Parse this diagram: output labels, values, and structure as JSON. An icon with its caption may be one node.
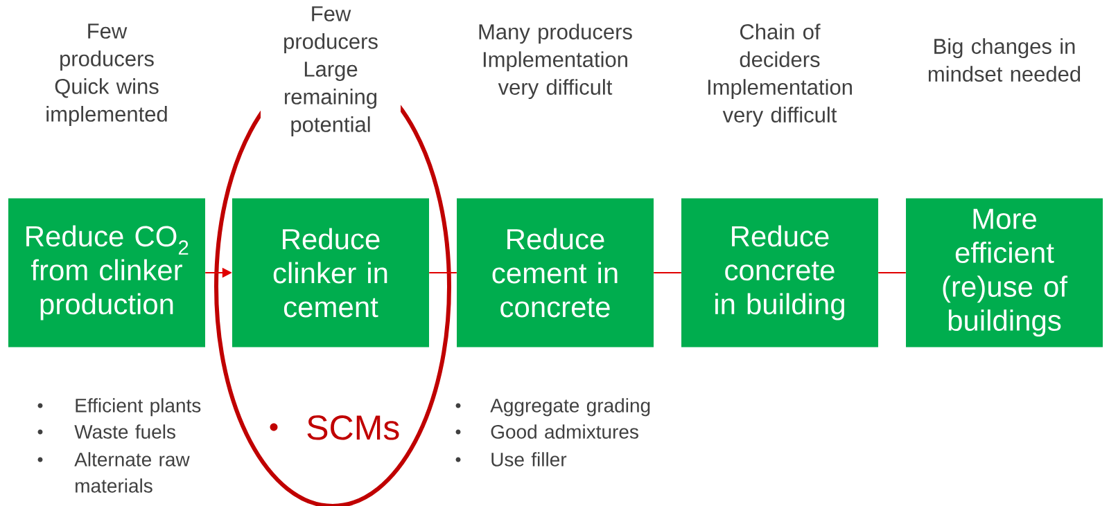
{
  "diagram": {
    "nodes": [
      {
        "text": [
          "Reduce CO$_{2}$ from clinker production"
        ]
      },
      {
        "text": [
          "Reduce clinker in cement"
        ]
      },
      {
        "text": [
          "Reduce cement in concrete"
        ]
      },
      {
        "text": [
          "Reduce concrete in building"
        ]
      },
      {
        "text": [
          "More efficient (re)use of buildings"
        ]
      }
    ],
    "edges": [
      {
        "from": 0,
        "to": 1,
        "arrow": "to"
      },
      {
        "from": 1,
        "to": 2,
        "arrow": "none"
      },
      {
        "from": 2,
        "to": 3,
        "arrow": "none"
      },
      {
        "from": 3,
        "to": 4,
        "arrow": "none"
      }
    ],
    "labels": [
      "Few producers Quick wins implemented",
      "Few producers Large remaining potential",
      "Many producers Implementation very difficult",
      "Chain of deciders Implementation very difficult",
      "Big changes in mindset needed",
      "Efficient plants",
      "Waste fuels",
      "Alternate raw materials",
      "SCMs",
      "Aggregate grading",
      "Good admixtures",
      "Use filler"
    ]
  }
}
